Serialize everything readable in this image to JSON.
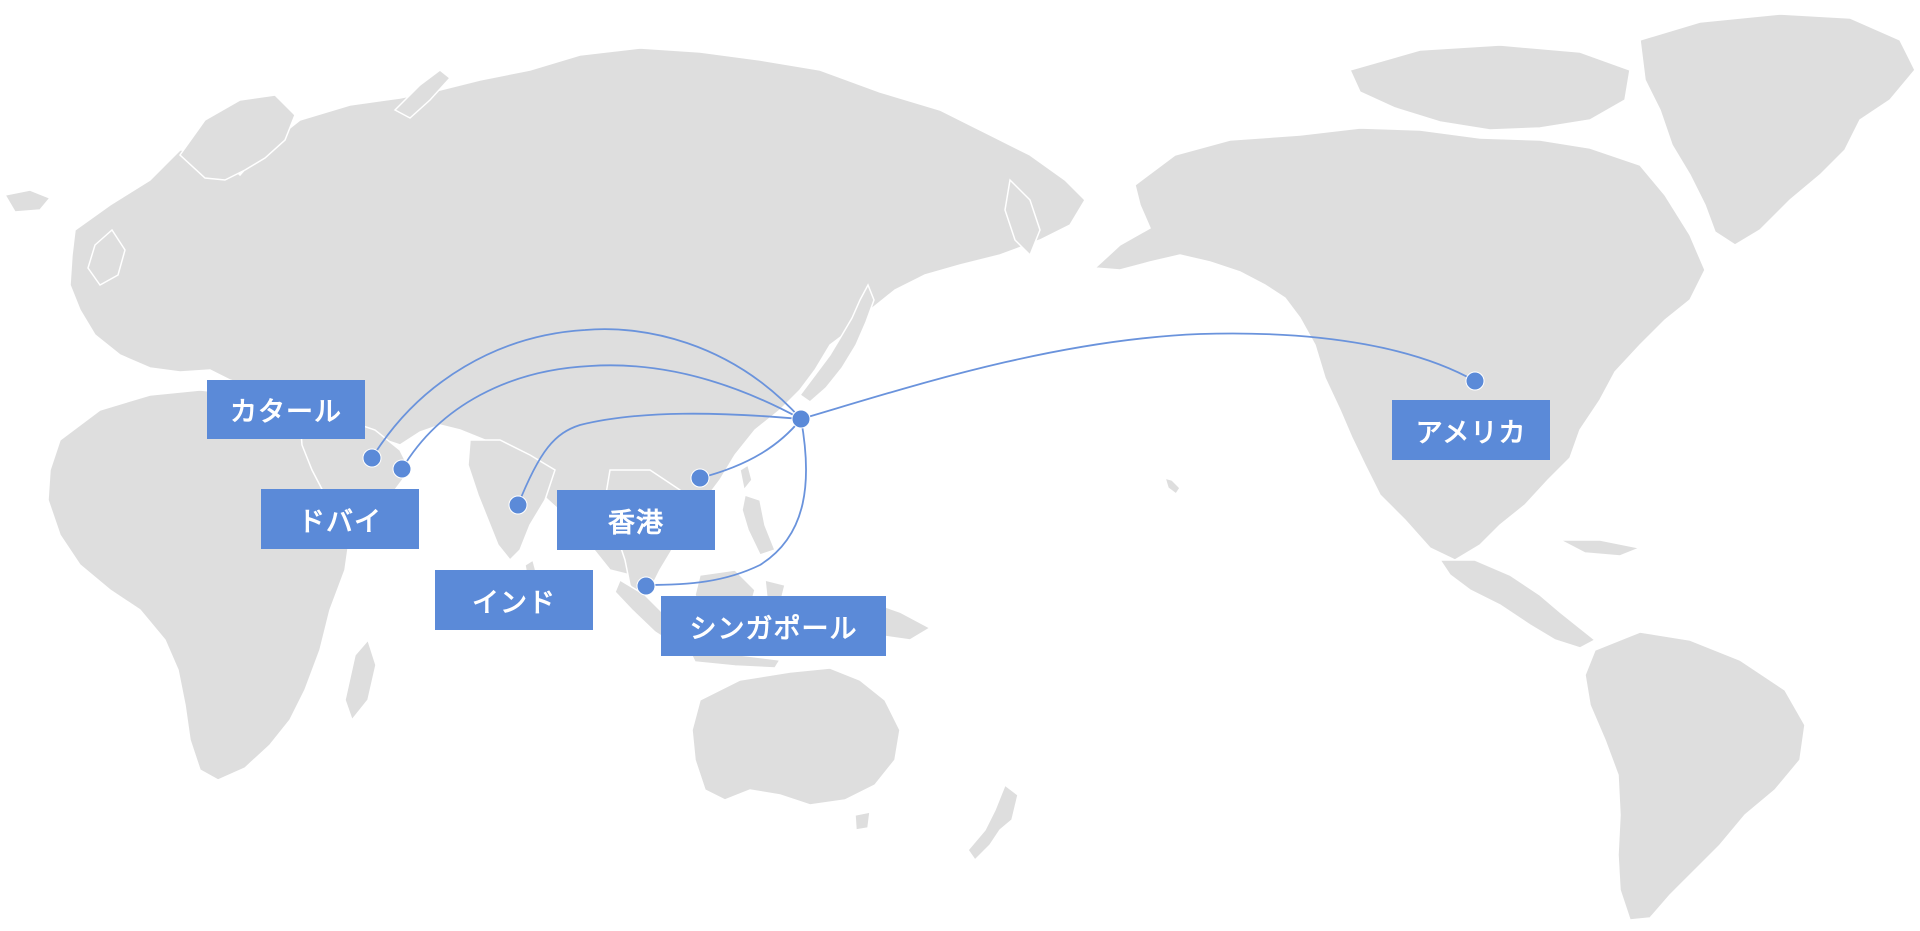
{
  "map": {
    "land_color": "#dedede",
    "route_color": "#6a93dc",
    "marker_color": "#5b8ad8",
    "label_bg_color": "#5b8ad8",
    "label_text_color": "#ffffff"
  },
  "destinations": {
    "qatar": "カタール",
    "dubai": "ドバイ",
    "india": "インド",
    "hongkong": "香港",
    "singapore": "シンガポール",
    "usa": "アメリカ"
  }
}
